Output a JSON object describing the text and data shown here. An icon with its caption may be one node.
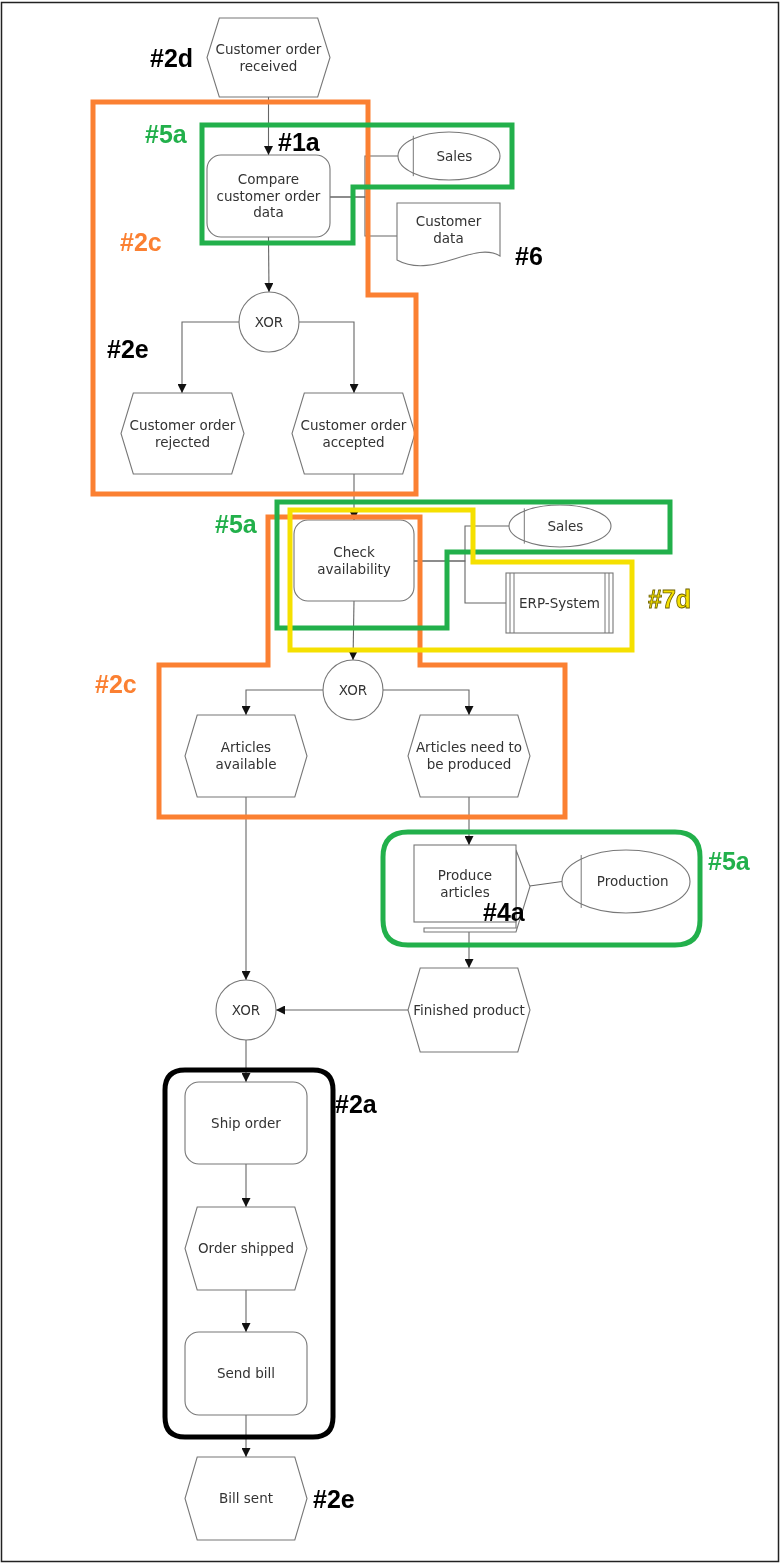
{
  "diagram": {
    "nodes": [
      {
        "text": [
          "Customer order received"
        ]
      },
      {
        "text": [
          "Compare customer order data"
        ]
      },
      {
        "text": [
          "Sales"
        ]
      },
      {
        "text": [
          "Customer data"
        ]
      },
      {
        "text": [
          "XOR"
        ]
      },
      {
        "text": [
          "Customer order rejected"
        ]
      },
      {
        "text": [
          "Customer order accepted"
        ]
      },
      {
        "text": [
          "Check availability"
        ]
      },
      {
        "text": [
          "Sales"
        ]
      },
      {
        "text": [
          "ERP-System"
        ]
      },
      {
        "text": [
          "XOR"
        ]
      },
      {
        "text": [
          "Articles available"
        ]
      },
      {
        "text": [
          "Articles need to be produced"
        ]
      },
      {
        "text": [
          "Produce articles"
        ]
      },
      {
        "text": [
          "Production"
        ]
      },
      {
        "text": [
          "Finished product"
        ]
      },
      {
        "text": [
          "XOR"
        ]
      },
      {
        "text": [
          "Ship order"
        ]
      },
      {
        "text": [
          "Order shipped"
        ]
      },
      {
        "text": [
          "Send bill"
        ]
      },
      {
        "text": [
          "Bill sent"
        ]
      }
    ],
    "edges": [
      {
        "from": 0,
        "to": 1,
        "arrow": "to"
      },
      {
        "from": 1,
        "to": 2,
        "arrow": "none"
      },
      {
        "from": 1,
        "to": 3,
        "arrow": "none"
      },
      {
        "from": 1,
        "to": 4,
        "arrow": "to"
      },
      {
        "from": 4,
        "to": 5,
        "arrow": "to"
      },
      {
        "from": 4,
        "to": 6,
        "arrow": "to"
      },
      {
        "from": 6,
        "to": 7,
        "arrow": "to"
      },
      {
        "from": 7,
        "to": 8,
        "arrow": "none"
      },
      {
        "from": 7,
        "to": 9,
        "arrow": "none"
      },
      {
        "from": 7,
        "to": 10,
        "arrow": "to"
      },
      {
        "from": 10,
        "to": 11,
        "arrow": "to"
      },
      {
        "from": 10,
        "to": 12,
        "arrow": "to"
      },
      {
        "from": 12,
        "to": 13,
        "arrow": "to"
      },
      {
        "from": 13,
        "to": 14,
        "arrow": "none"
      },
      {
        "from": 13,
        "to": 15,
        "arrow": "to"
      },
      {
        "from": 11,
        "to": 16,
        "arrow": "to"
      },
      {
        "from": 15,
        "to": 16,
        "arrow": "to"
      },
      {
        "from": 16,
        "to": 17,
        "arrow": "to"
      },
      {
        "from": 17,
        "to": 18,
        "arrow": "to"
      },
      {
        "from": 18,
        "to": 19,
        "arrow": "to"
      },
      {
        "from": 19,
        "to": 20,
        "arrow": "to"
      }
    ],
    "labels": [
      "#2d",
      "#5a",
      "#1a",
      "#2c",
      "#6",
      "#2e",
      "#5a",
      "#7d",
      "#2c",
      "#5a",
      "#4a",
      "#2a",
      "#2e"
    ]
  }
}
